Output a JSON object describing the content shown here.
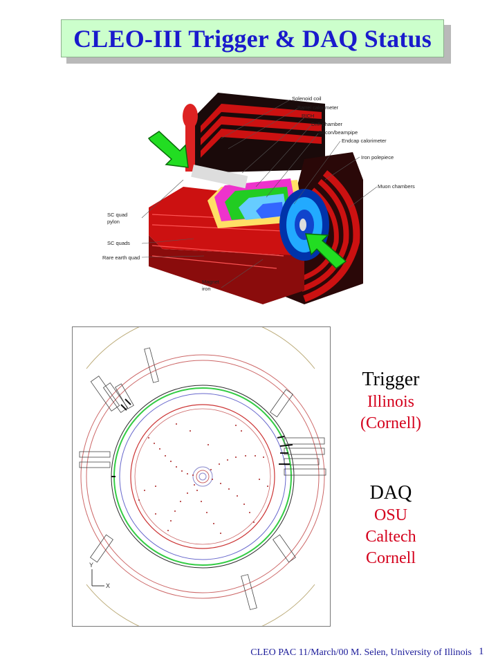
{
  "slide": {
    "title": "CLEO-III Trigger & DAQ Status",
    "footer": "CLEO PAC  11/March/00  M. Selen, University of Illinois",
    "page_number": "1"
  },
  "detector_labels": {
    "solenoid_coil": "Solenoid coil",
    "barrel_calorimeter": "Barrel calorimeter",
    "rich": "RICH",
    "drift_chamber": "Drift chamber",
    "silicon_beampipe": "Silicon/beampipe",
    "endcap_calorimeter": "Endcap calorimeter",
    "iron_polepiece": "Iron polepiece",
    "muon_chambers": "Muon chambers",
    "sc_quad_pylon_1": "SC quad",
    "sc_quad_pylon_2": "pylon",
    "sc_quads": "SC quads",
    "rare_earth_quad": "Rare earth quad",
    "magnet_iron_1": "Magnet",
    "magnet_iron_2": "iron"
  },
  "event_display": {
    "axis_y": "Y",
    "axis_x": "X"
  },
  "responsibilities": {
    "trigger": {
      "heading": "Trigger",
      "institutions": [
        "Illinois",
        "(Cornell)"
      ]
    },
    "daq": {
      "heading": "DAQ",
      "institutions": [
        "OSU",
        "Caltech",
        "Cornell"
      ]
    }
  },
  "colors": {
    "title_text": "#1a1acc",
    "title_background": "#ccffcc",
    "institution_text": "#d4001c",
    "footer_text": "#1a1a99",
    "arrow_green": "#22dd22",
    "iron_red": "#cc1111"
  }
}
